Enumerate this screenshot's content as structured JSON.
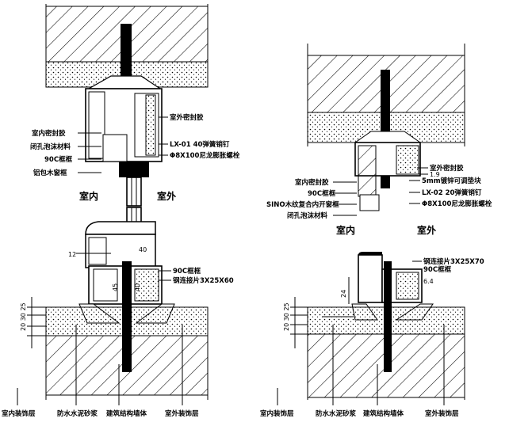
{
  "left_section": {
    "labels": {
      "outdoor_sealant": "室外密封胶",
      "screw": "LX-01 40弹簧销钉",
      "bolt": "Φ8X100尼龙膨胀螺栓",
      "indoor_sealant": "室内密封胶",
      "foam_filler": "闭孔泡沫材料",
      "frame_90": "90C框框",
      "wood_trim": "铝包木窗框",
      "indoor": "室内",
      "outdoor": "室外",
      "dim_12": "12",
      "dim_40": "40",
      "plate_label_1": "90C框框",
      "plate_label_2": "钢连接片3X25X60",
      "v_dim_1": "20 30 25",
      "v_dim_2": "45",
      "v_dim_3": "40"
    },
    "bottom_labels": [
      "室内装饰层",
      "防水水泥砂浆",
      "建筑结构墙体",
      "室外装饰层"
    ]
  },
  "right_section": {
    "labels": {
      "outdoor_sealant": "室外密封胶",
      "screw": "5mm镀锌可调垫块",
      "lx02": "LX-02 20弹簧销钉",
      "bolt": "Φ8X100尼龙膨胀螺栓",
      "indoor_sealant": "室内密封胶",
      "frame_90": "90C框框",
      "sino_wood": "SINO木纹复合内开窗框",
      "foam_filler": "闭孔泡沫材料",
      "dim_19": "1.9",
      "indoor": "室内",
      "outdoor": "室外",
      "plate": "钢连接片3X25X70",
      "frame_90b": "90C框框",
      "dim_64": "6.4",
      "v_dim_1": "20 30 25",
      "v_dim_2": "24"
    },
    "bottom_labels": [
      "室内装饰层",
      "防水水泥砂浆",
      "建筑结构墙体",
      "室外装饰层"
    ]
  }
}
